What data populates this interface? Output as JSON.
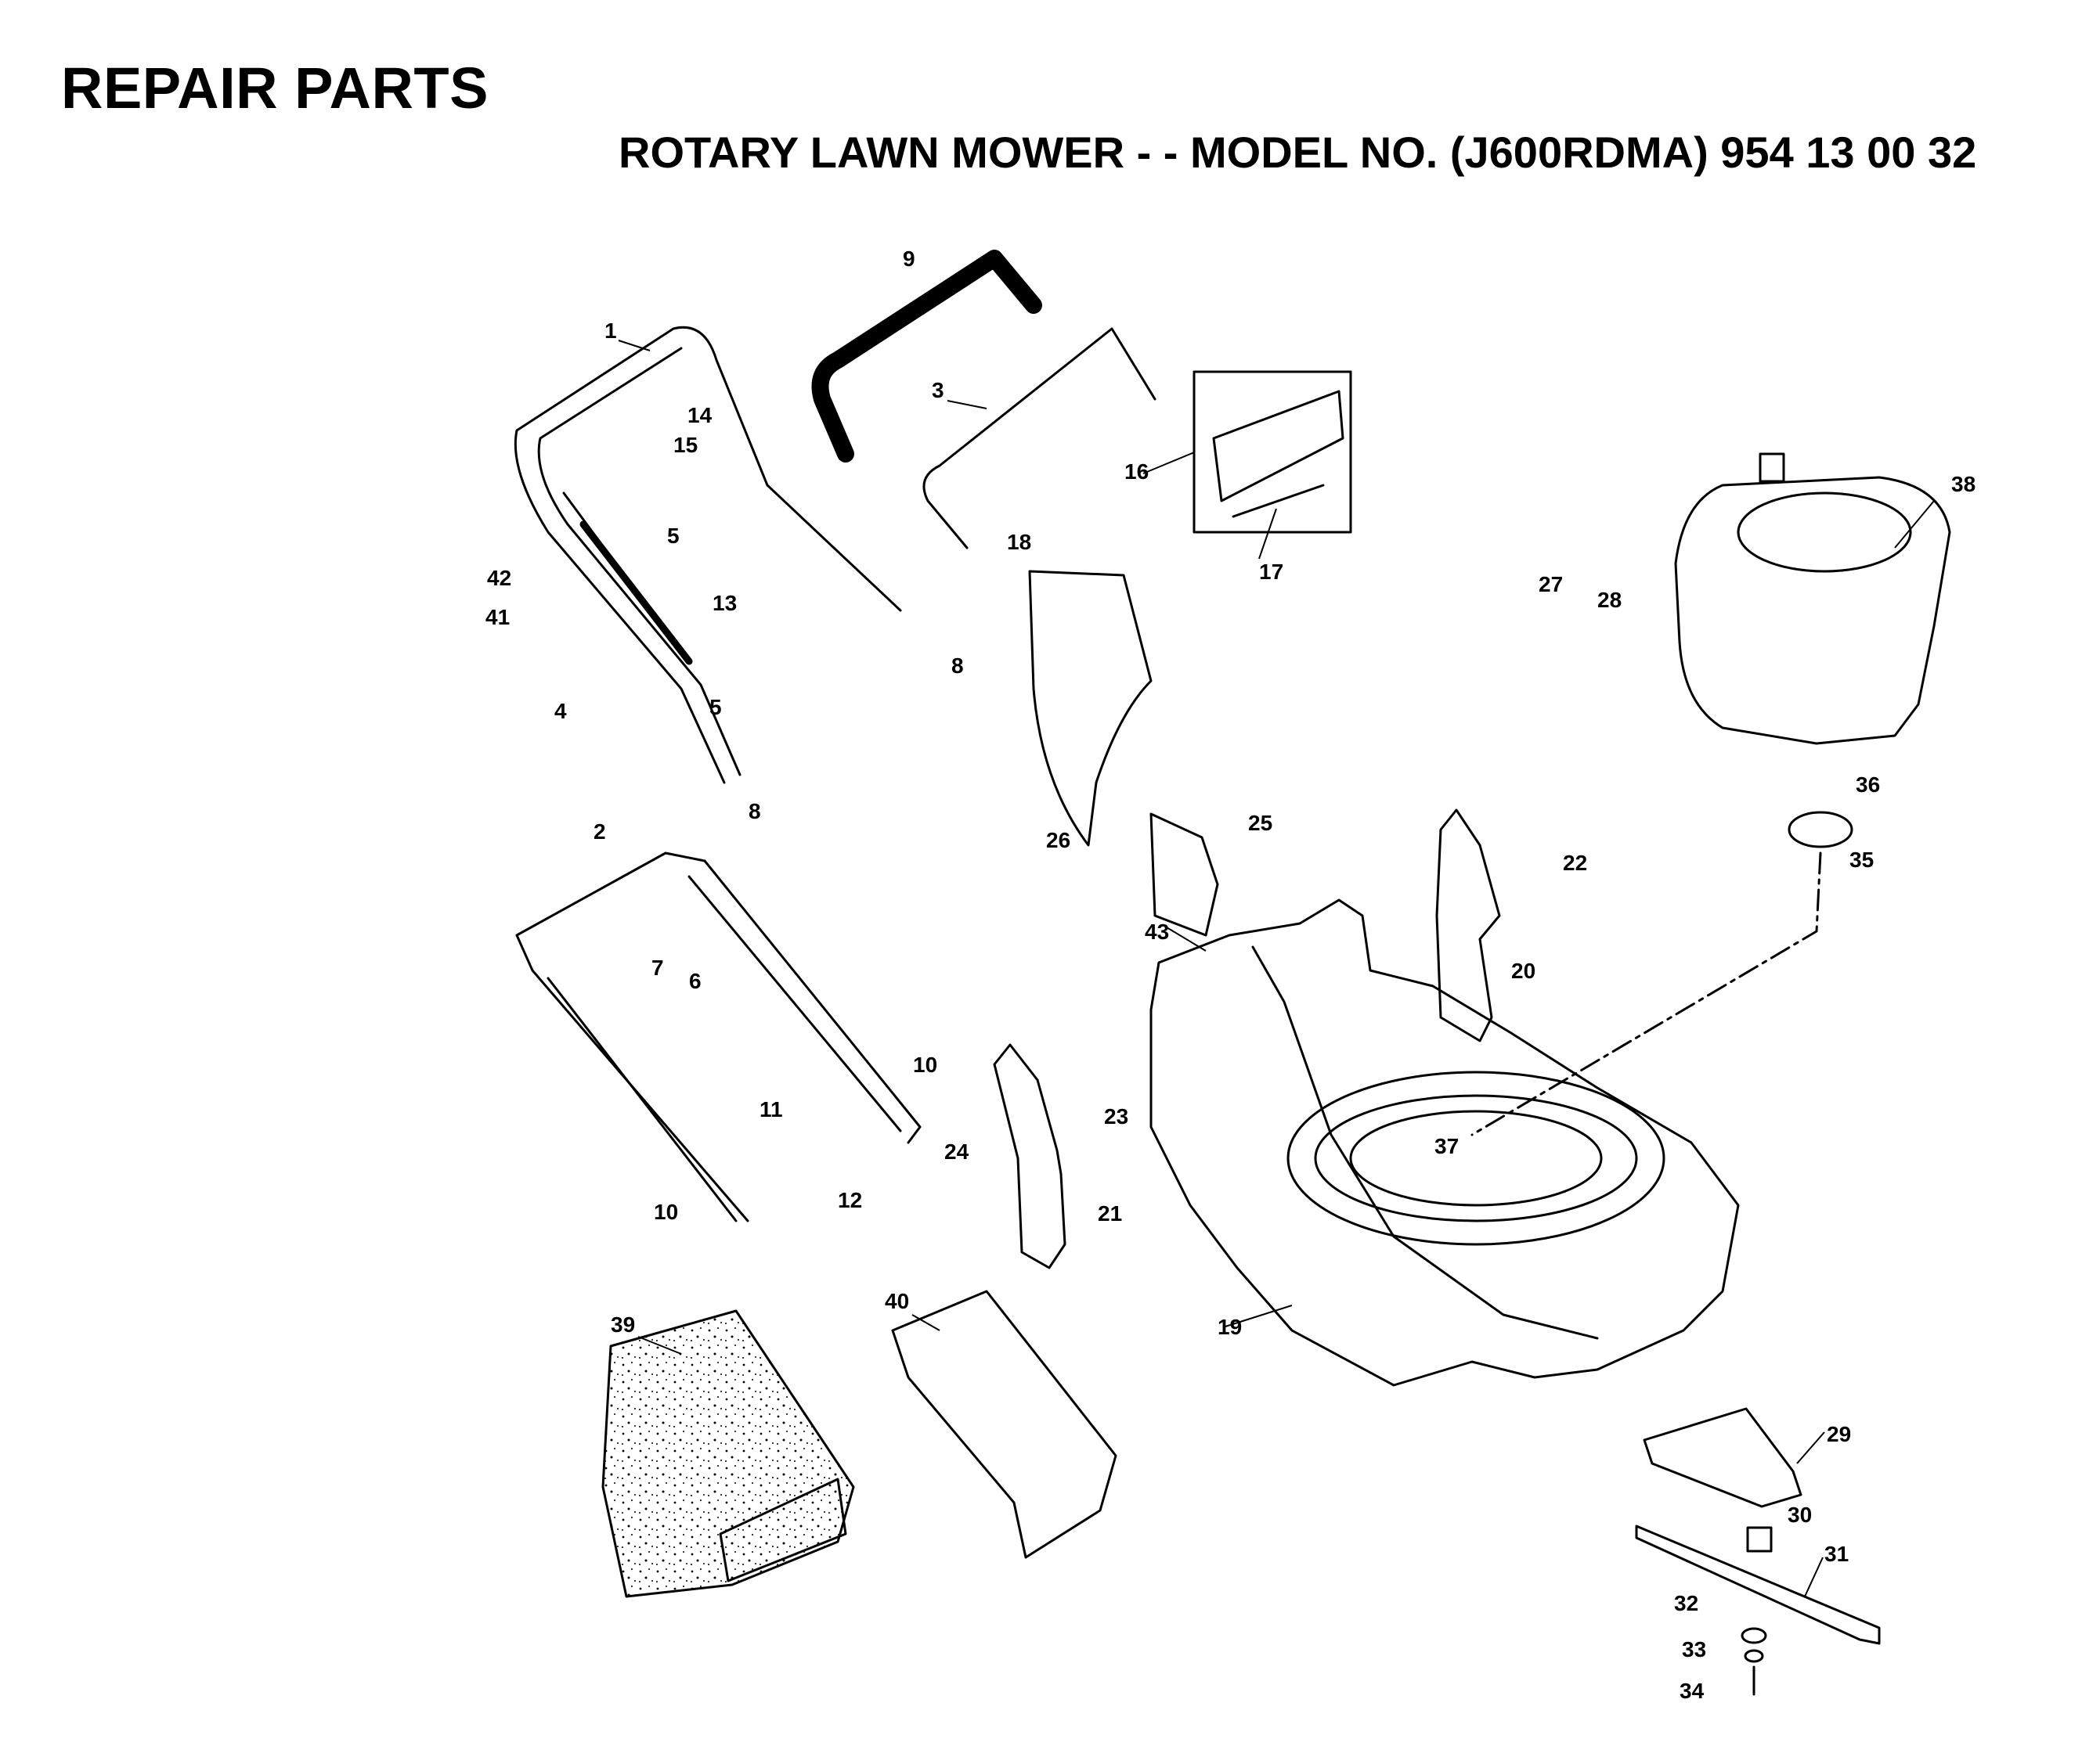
{
  "header": {
    "title": "REPAIR PARTS",
    "subtitle": "ROTARY LAWN MOWER - - MODEL NO. (J600RDMA) 954 13 00 32"
  },
  "parts": {
    "p1": "1",
    "p2": "2",
    "p3": "3",
    "p4": "4",
    "p5a": "5",
    "p5b": "5",
    "p6": "6",
    "p7": "7",
    "p8a": "8",
    "p8b": "8",
    "p9": "9",
    "p10a": "10",
    "p10b": "10",
    "p11": "11",
    "p12": "12",
    "p13": "13",
    "p14": "14",
    "p15": "15",
    "p16": "16",
    "p17": "17",
    "p18": "18",
    "p19": "19",
    "p20": "20",
    "p21": "21",
    "p22": "22",
    "p23": "23",
    "p24": "24",
    "p25": "25",
    "p26": "26",
    "p27": "27",
    "p28": "28",
    "p29": "29",
    "p30": "30",
    "p31": "31",
    "p32": "32",
    "p33": "33",
    "p34": "34",
    "p35": "35",
    "p36": "36",
    "p37": "37",
    "p38": "38",
    "p39": "39",
    "p40": "40",
    "p41": "41",
    "p42": "42",
    "p43": "43"
  }
}
